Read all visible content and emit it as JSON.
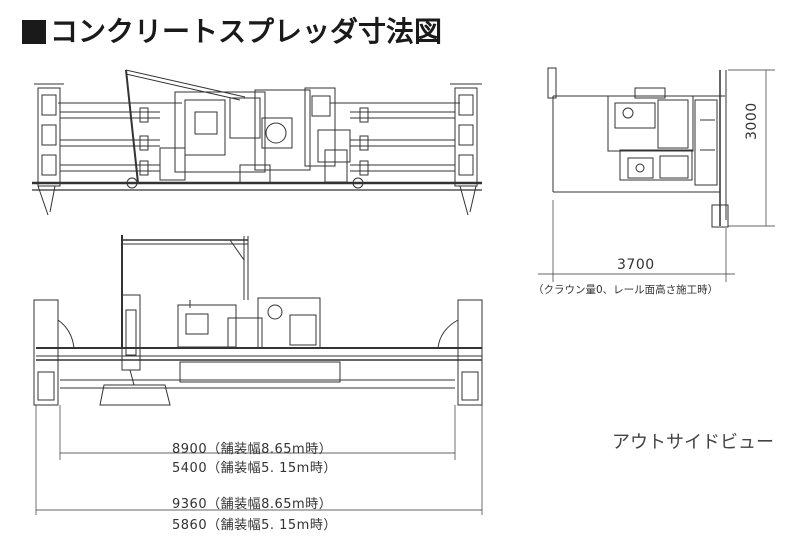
{
  "title": "コンクリートスプレッダ寸法図",
  "top_view": {},
  "side_view": {
    "width_dim": "3700",
    "height_dim": "3000",
    "note": "（クラウン量0、レール面高さ施工時）"
  },
  "front_view": {
    "dims": [
      "8900（舗装幅8.65m時）",
      "5400（舗装幅5. 15m時）",
      "9360（舗装幅8.65m時）",
      "5860（舗装幅5. 15m時）"
    ]
  },
  "view_label": "アウトサイドビュー"
}
